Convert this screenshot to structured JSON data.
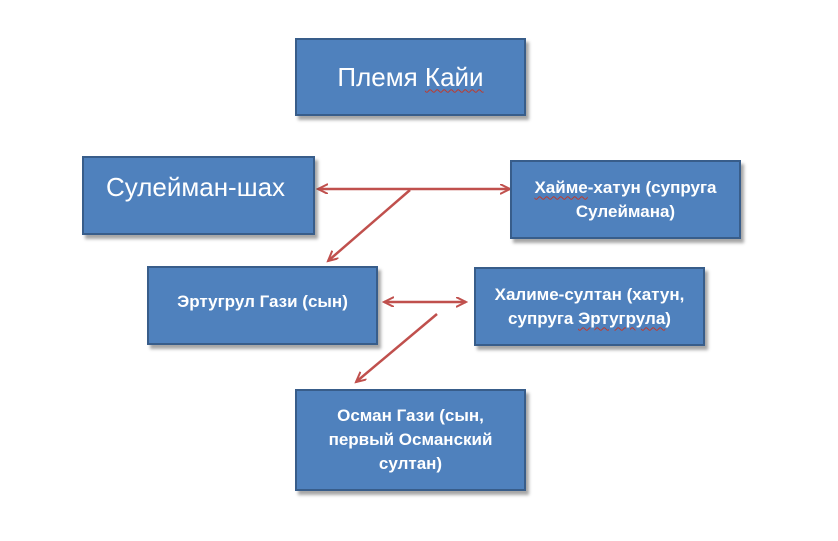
{
  "nodes": {
    "tribe": {
      "label_a": "Племя ",
      "label_b": "Кайи"
    },
    "suleyman": {
      "label": "Сулейман-шах"
    },
    "hayme": {
      "label_a": "Хайме",
      "label_b": "-хатун (супруга Сулеймана)"
    },
    "ertugrul": {
      "label": "Эртугрул Гази (сын)"
    },
    "halime": {
      "label_a": "Халиме-султан (хатун, супруга ",
      "label_b": "Эртугрула",
      "label_c": ")"
    },
    "osman": {
      "label": "Осман Гази (сын, первый Османский султан)"
    }
  },
  "colors": {
    "box_fill": "#4f81bd",
    "box_border": "#385d8a",
    "arrow": "#c0504d",
    "text": "#ffffff"
  }
}
